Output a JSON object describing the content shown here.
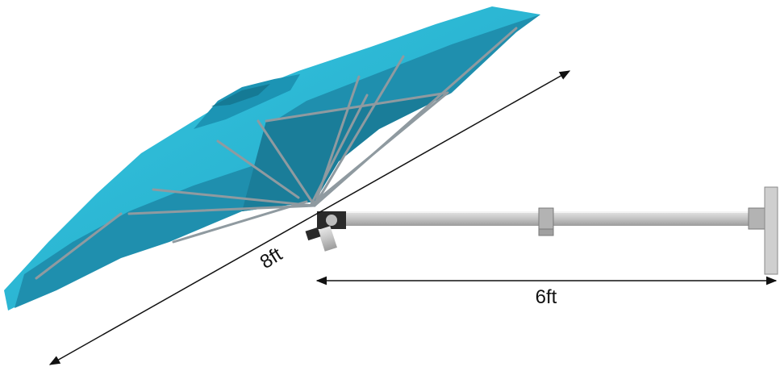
{
  "diagram": {
    "dimensions": [
      {
        "id": "diagonal",
        "label": "8ft"
      },
      {
        "id": "horizontal",
        "label": "6ft"
      }
    ]
  },
  "colors": {
    "canopy_top": "#2cc0dc",
    "canopy_under": "#1f87a3",
    "canopy_edge": "#23a9c8",
    "rib": "#8f9aa0",
    "pole": "#c9c9c9",
    "pole_shadow": "#9a9a9a",
    "dimension_line": "#111111"
  }
}
